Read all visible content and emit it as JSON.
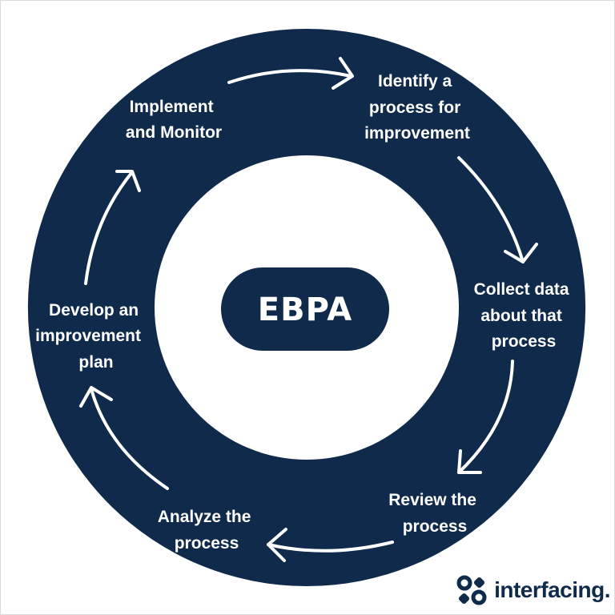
{
  "colors": {
    "ring": "#0f2a4a",
    "background": "#ffffff",
    "text": "#ffffff"
  },
  "center": {
    "label": "EBPA"
  },
  "steps": [
    {
      "lines": [
        "Identify a",
        "process for",
        "improvement"
      ]
    },
    {
      "lines": [
        "Collect data",
        "about that",
        "process"
      ]
    },
    {
      "lines": [
        "Review the",
        "process"
      ]
    },
    {
      "lines": [
        "Analyze the",
        "process"
      ]
    },
    {
      "lines": [
        "Develop an",
        "improvement",
        "plan"
      ]
    },
    {
      "lines": [
        "Implement",
        "and Monitor"
      ]
    }
  ],
  "logo": {
    "text": "interfacing."
  }
}
